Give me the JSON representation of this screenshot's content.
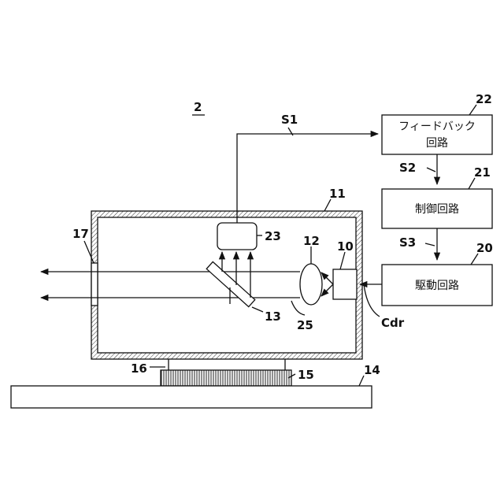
{
  "figure_number": "2",
  "labels": {
    "s1": "S1",
    "s2": "S2",
    "s3": "S3",
    "n10": "10",
    "n11": "11",
    "n12": "12",
    "n13": "13",
    "n14": "14",
    "n15": "15",
    "n16": "16",
    "n17": "17",
    "n20": "20",
    "n21": "21",
    "n22": "22",
    "n23": "23",
    "n25": "25",
    "cdr": "Cdr"
  },
  "blocks": {
    "feedback_line1": "フィードバック",
    "feedback_line2": "回路",
    "control": "制御回路",
    "drive": "駆動回路"
  }
}
